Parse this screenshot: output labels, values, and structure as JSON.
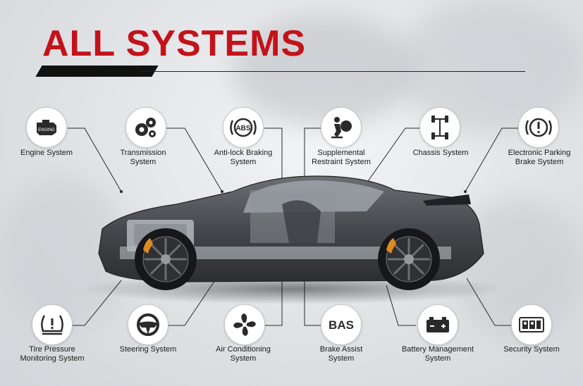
{
  "title": "ALL SYSTEMS",
  "colors": {
    "title": "#c4121a",
    "accent_bar": "#111111",
    "icon_stroke": "#222222",
    "car_body": "#4a4c50"
  },
  "systems_top": [
    {
      "label": "Engine System",
      "icon": "engine-icon",
      "icon_text": "ENGING"
    },
    {
      "label": "Transmission\nSystem",
      "icon": "gears-icon"
    },
    {
      "label": "Anti-lock Braking\nSystem",
      "icon": "abs-icon",
      "icon_text": "ABS"
    },
    {
      "label": "Supplemental\nRestraint System",
      "icon": "airbag-icon"
    },
    {
      "label": "Chassis System",
      "icon": "chassis-icon"
    },
    {
      "label": "Electronic Parking\nBrake System",
      "icon": "parking-brake-icon"
    }
  ],
  "systems_bottom": [
    {
      "label": "Tire Pressure\nMonitoring System",
      "icon": "tire-pressure-icon"
    },
    {
      "label": "Steering System",
      "icon": "steering-wheel-icon"
    },
    {
      "label": "Air Conditioning\nSystem",
      "icon": "fan-icon"
    },
    {
      "label": "Brake Assist\nSystem",
      "icon": "bas-icon",
      "icon_text": "BAS"
    },
    {
      "label": "Battery Management\nSystem",
      "icon": "battery-icon"
    },
    {
      "label": "Security System",
      "icon": "security-icon"
    }
  ]
}
